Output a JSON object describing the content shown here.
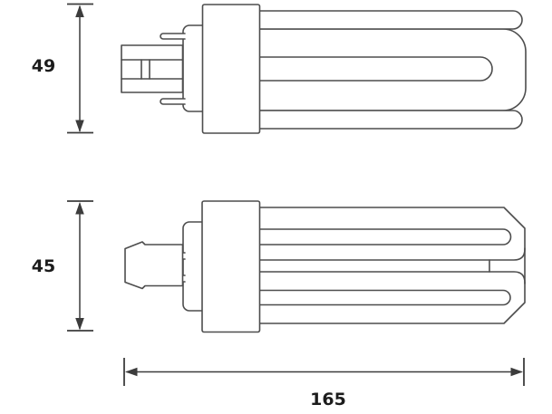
{
  "diagram": {
    "dimensions": {
      "top_lamp_height": "49",
      "bottom_lamp_height": "45",
      "overall_length": "165"
    },
    "colors": {
      "outline": "#4d4d4d",
      "dimension": "#3c3c3c",
      "label": "#1c1c1c",
      "background": "#ffffff"
    }
  }
}
